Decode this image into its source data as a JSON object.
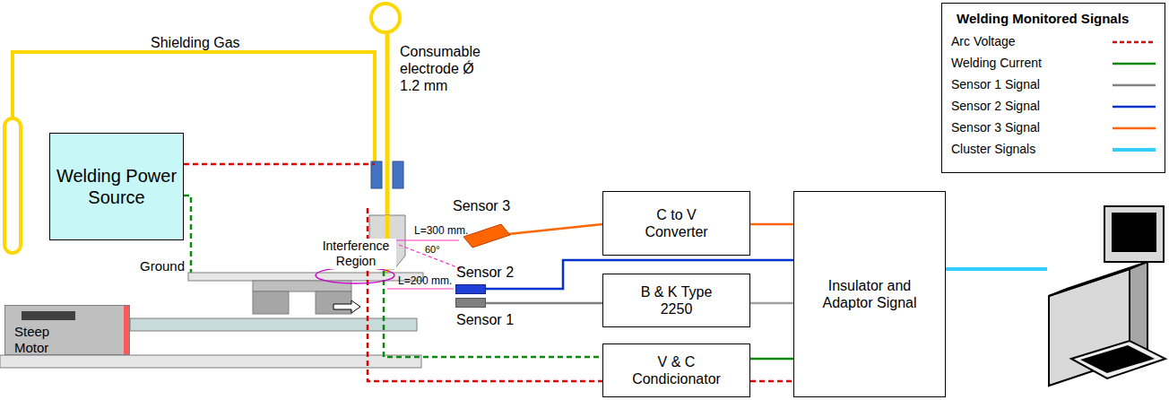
{
  "diagram": {
    "nodes": [
      {
        "text": [
          "Welding Power Source"
        ]
      },
      {
        "text": [
          "Steep Motor"
        ]
      },
      {
        "text": [
          "Sensor 3"
        ]
      },
      {
        "text": [
          "Sensor 2"
        ]
      },
      {
        "text": [
          "Sensor 1"
        ]
      },
      {
        "text": [
          "C to V Converter"
        ]
      },
      {
        "text": [
          "B & K Type 2250"
        ]
      },
      {
        "text": [
          "V & C Condicionator"
        ]
      },
      {
        "text": [
          "Insulator and Adaptor Signal"
        ]
      }
    ],
    "edges": [
      {
        "from": 2,
        "to": 5,
        "arrow": "none"
      },
      {
        "from": 5,
        "to": 8,
        "arrow": "none"
      },
      {
        "from": 3,
        "to": 8,
        "arrow": "none"
      },
      {
        "from": 4,
        "to": 6,
        "arrow": "none"
      },
      {
        "from": 6,
        "to": 8,
        "arrow": "none"
      },
      {
        "from": 7,
        "to": 8,
        "arrow": "none"
      },
      {
        "from": 7,
        "to": 8,
        "arrow": "none"
      }
    ],
    "labels": [
      "Shielding Gas",
      "Consumable electrode Ǿ 1.2 mm",
      "Interference Region",
      "Ground",
      "L=300 mm.",
      "60°",
      "L=200 mm.",
      "Welding Monitored Signals"
    ],
    "legend": [
      {
        "text": "Arc Voltage"
      },
      {
        "text": "Welding Current"
      },
      {
        "text": "Sensor 1 Signal"
      },
      {
        "text": "Sensor 2 Signal"
      },
      {
        "text": "Sensor 3 Signal"
      },
      {
        "text": "Cluster Signals"
      }
    ]
  }
}
